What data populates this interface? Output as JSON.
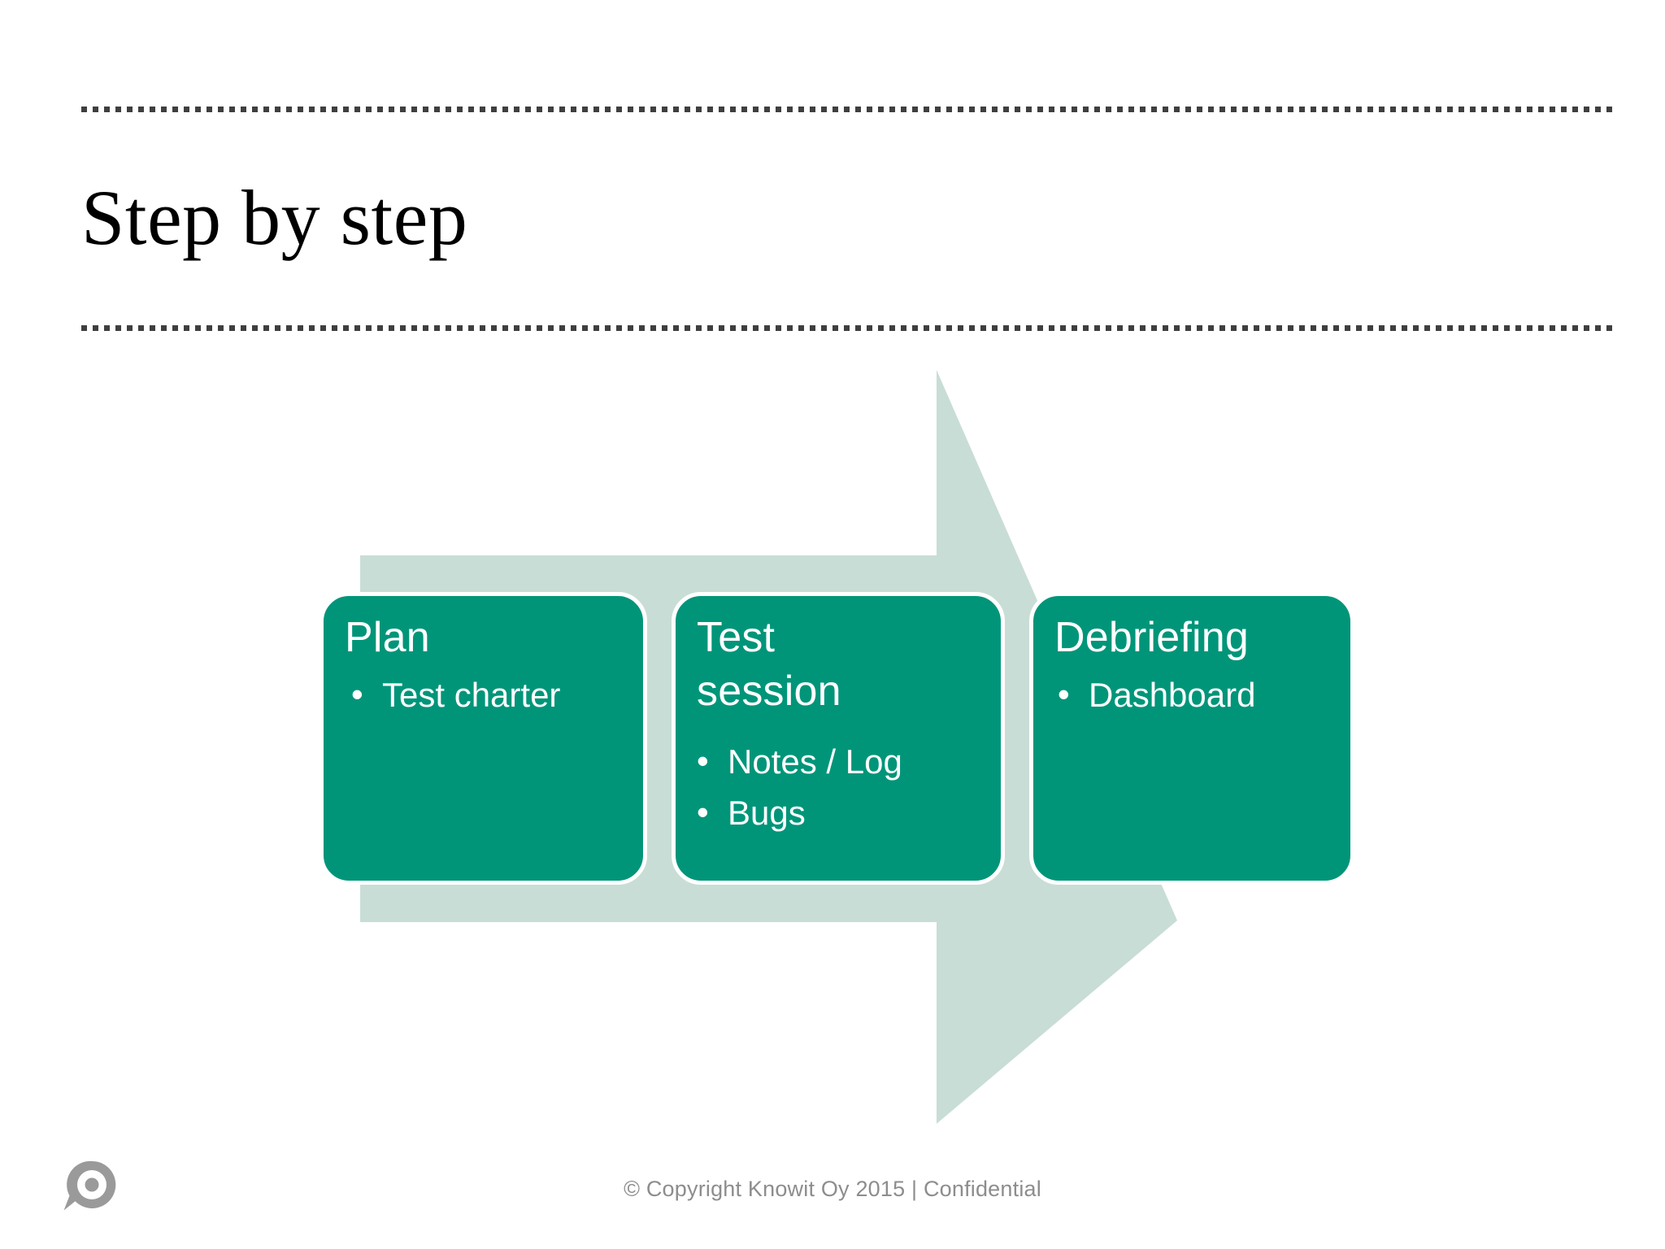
{
  "slide": {
    "title": "Step by step",
    "dividers": [
      "top-dotted-rule",
      "bottom-dotted-rule"
    ]
  },
  "colors": {
    "box_fill": "#009579",
    "box_border": "#ffffff",
    "arrow_fill": "#c8ddd6",
    "title_text": "#000000",
    "footer_text": "#8d8d8d",
    "rule": "#3f3f3f"
  },
  "diagram": {
    "type": "process-arrow",
    "direction": "left-to-right",
    "arrow_label": "right-arrow-background",
    "steps": [
      {
        "id": "plan",
        "title": "Plan",
        "bullets": [
          "Test charter"
        ]
      },
      {
        "id": "test-session",
        "title": "Test session",
        "title_lines": [
          "Test",
          "session"
        ],
        "bullets": [
          "Notes / Log",
          "Bugs"
        ]
      },
      {
        "id": "debriefing",
        "title": "Debriefing",
        "bullets": [
          "Dashboard"
        ]
      }
    ]
  },
  "footer": {
    "copyright": "© Copyright  Knowit Oy 2015  | Confidential",
    "logo_name": "knowit-logo"
  }
}
